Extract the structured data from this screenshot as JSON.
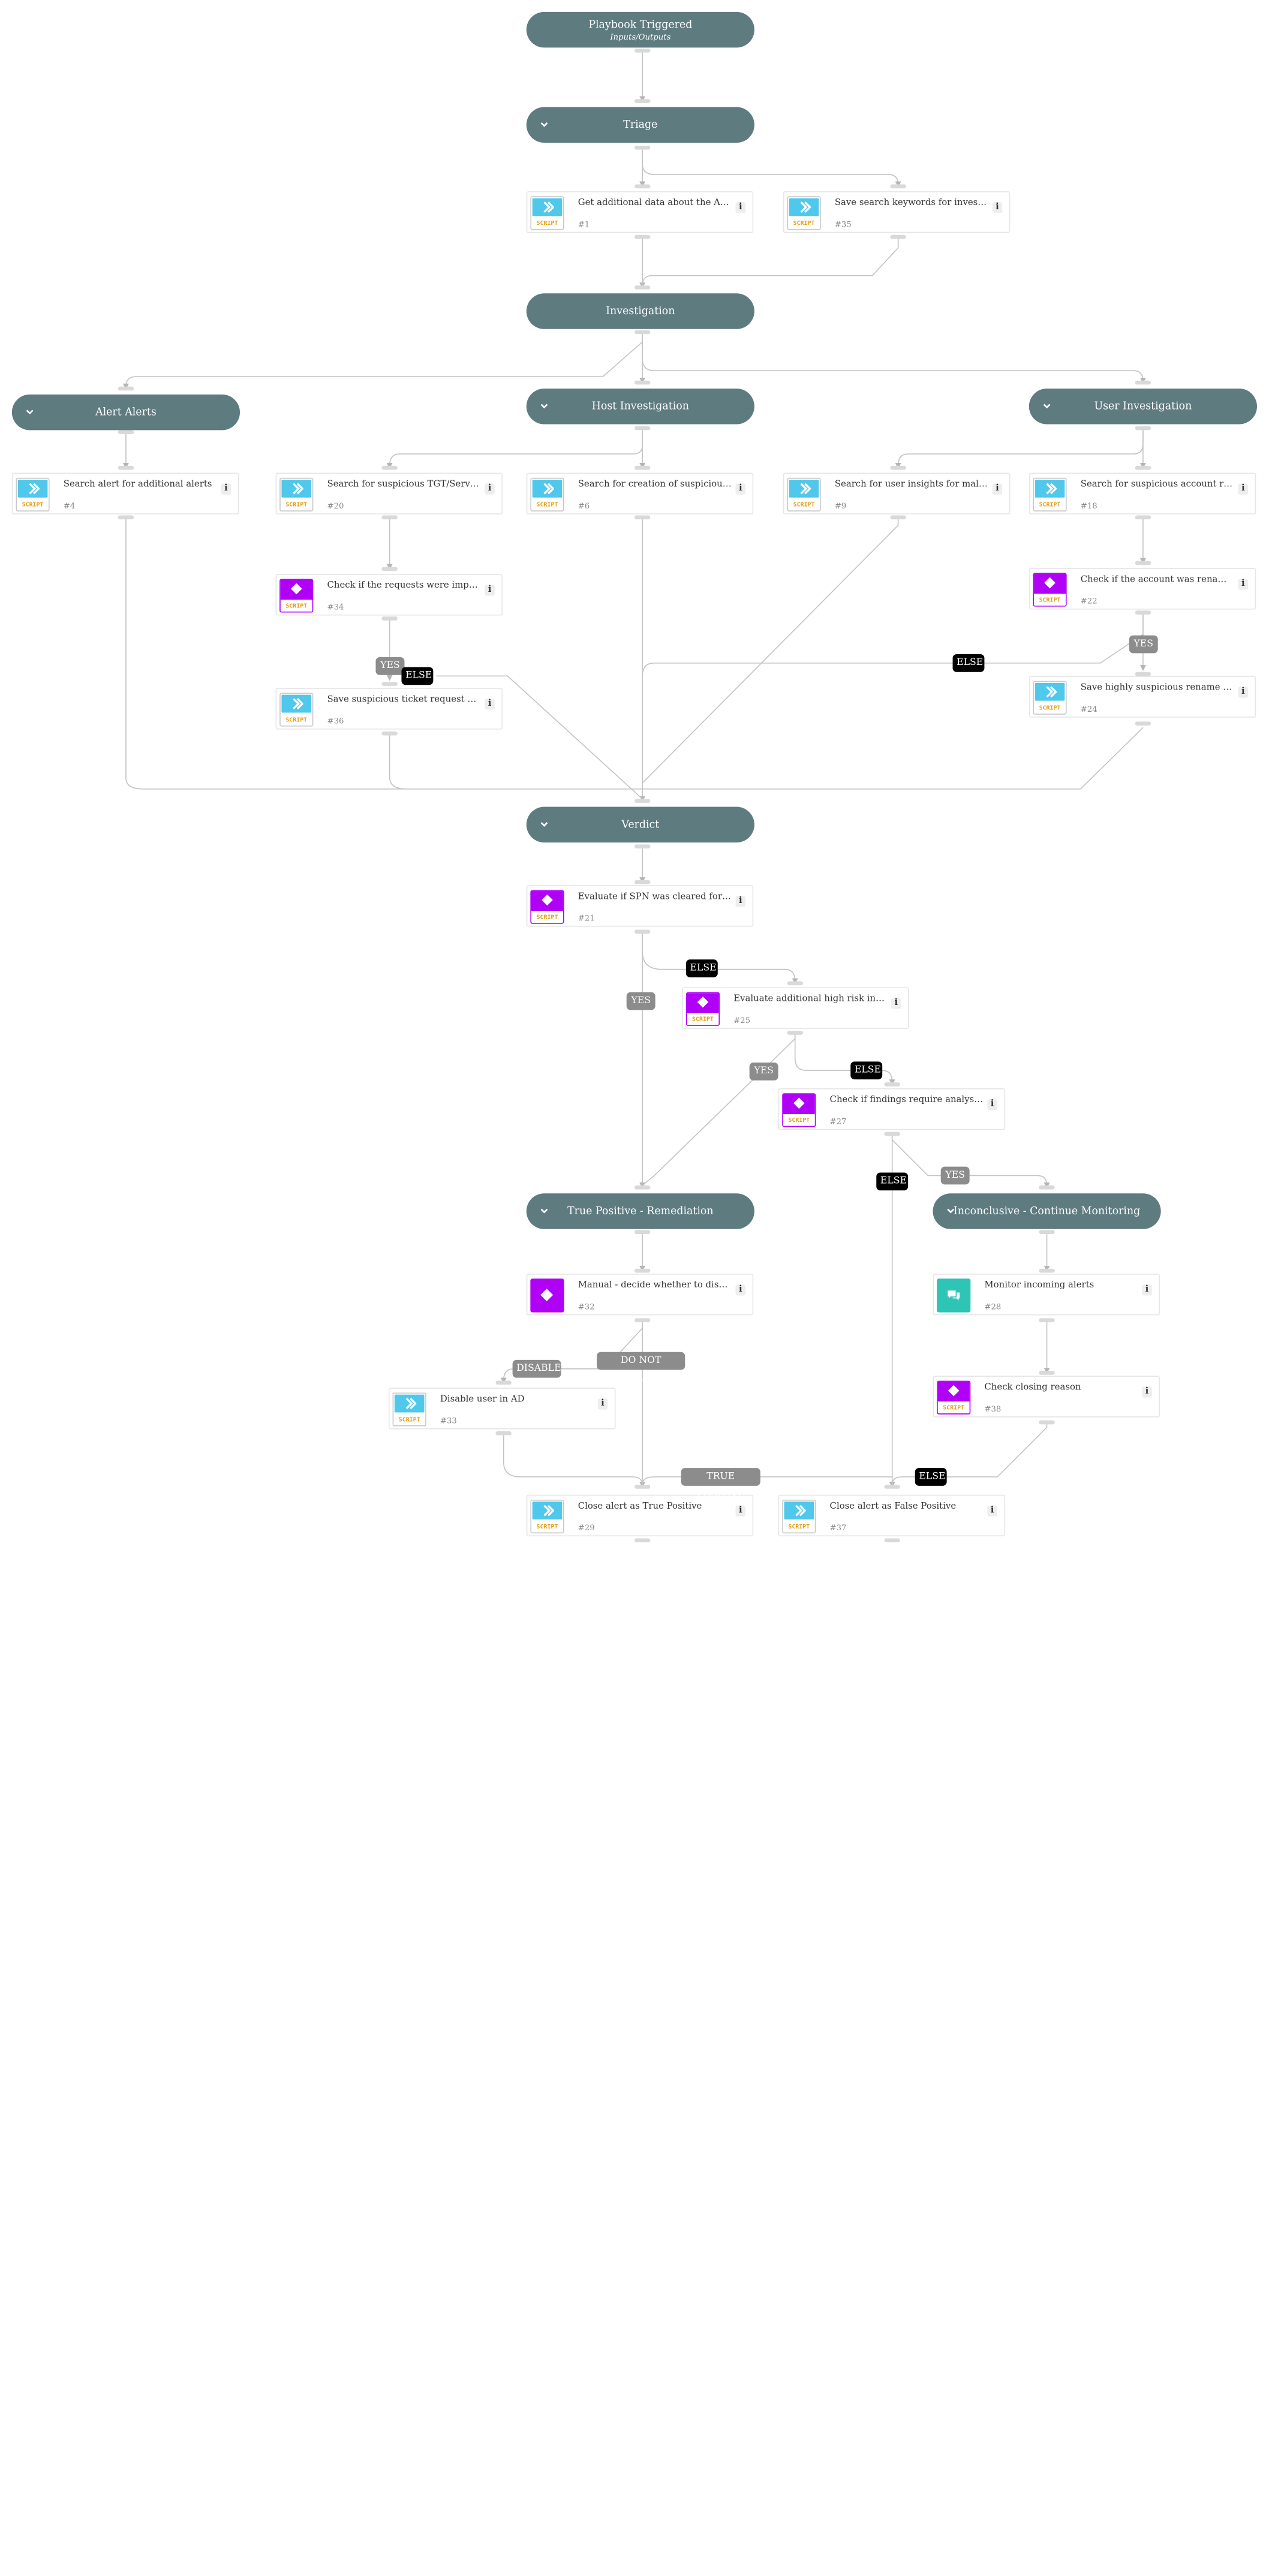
{
  "headers": {
    "playbook_triggered": {
      "title": "Playbook Triggered",
      "subtitle": "Inputs/Outputs"
    },
    "triage": "Triage",
    "investigation": "Investigation",
    "alert_alerts": "Alert Alerts",
    "host_investigation": "Host Investigation",
    "user_investigation": "User Investigation",
    "verdict": "Verdict",
    "true_positive": "True Positive - Remediation",
    "inconclusive": "Inconclusive - Continue Monitoring"
  },
  "icon_label": "SCRIPT",
  "tasks": {
    "t1": {
      "title": "Get additional data about the Account...",
      "num": "#1"
    },
    "t35": {
      "title": "Save search keywords for investigation",
      "num": "#35"
    },
    "t4": {
      "title": "Search alert for additional alerts",
      "num": "#4"
    },
    "t20": {
      "title": "Search for suspicious TGT/Service ti...",
      "num": "#20"
    },
    "t6": {
      "title": "Search for creation of suspicious acco...",
      "num": "#6"
    },
    "t9": {
      "title": "Search for user insights for malicious ...",
      "num": "#9"
    },
    "t18": {
      "title": "Search for suspicious account renames",
      "num": "#18"
    },
    "t34": {
      "title": "Check if the requests were impersonа...",
      "num": "#34"
    },
    "t22": {
      "title": "Check if the account was renamed to ...",
      "num": "#22"
    },
    "t36": {
      "title": "Save suspicious ticket request flag",
      "num": "#36"
    },
    "t24": {
      "title": "Save highly suspicious rename flag",
      "num": "#24"
    },
    "t21": {
      "title": "Evaluate if SPN was cleared for mali...",
      "num": "#21"
    },
    "t25": {
      "title": "Evaluate additional high risk indicators",
      "num": "#25"
    },
    "t27": {
      "title": "Check if findings require analyst deci...",
      "num": "#27"
    },
    "t32": {
      "title": "Manual - decide whether to disable th...",
      "num": "#32"
    },
    "t28": {
      "title": "Monitor incoming alerts",
      "num": "#28"
    },
    "t33": {
      "title": "Disable user in AD",
      "num": "#33"
    },
    "t38": {
      "title": "Check closing reason",
      "num": "#38"
    },
    "t29": {
      "title": "Close alert as True Positive",
      "num": "#29"
    },
    "t37": {
      "title": "Close alert as False Positive",
      "num": "#37"
    }
  },
  "labels": {
    "yes": "YES",
    "else": "ELSE",
    "disable": "DISABLE",
    "do_not_disable": "DO NOT DISABLE",
    "true_positive": "TRUE POSITIVE"
  },
  "colors": {
    "header_bg": "#5e7b80",
    "script_blue": "#4fc8ec",
    "condition_purple": "#b000f6",
    "communication_teal": "#2ec4b6",
    "yes_label": "#8c8c8c",
    "else_label": "#000000",
    "connector": "#c4c4c4"
  },
  "icons": [
    "chevron-down-icon",
    "script-icon",
    "condition-icon",
    "manual-task-icon",
    "communication-icon",
    "info-icon"
  ]
}
